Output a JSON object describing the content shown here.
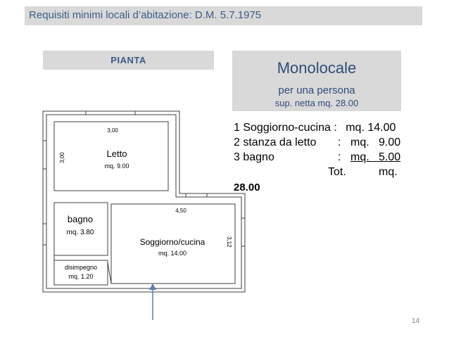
{
  "header": {
    "title": "Requisiti minimi locali d’abitazione: D.M. 5.7.1975"
  },
  "plan_label": "PIANTA",
  "summary": {
    "title": "Monolocale",
    "subtitle": "per una persona",
    "surface": "sup. netta mq. 28.00"
  },
  "rooms_list": [
    {
      "label": "1 Soggiorno-cucina :",
      "value": "mq. 14.00"
    },
    {
      "label": "2 stanza da letto",
      "colon": ":",
      "value": "mq.   9.00"
    },
    {
      "label": "3 bagno",
      "colon": ":",
      "value": "mq.   5.00"
    }
  ],
  "total": {
    "label": "Tot.",
    "unit": "mq.",
    "value": "28.00"
  },
  "plan": {
    "letto": {
      "name": "Letto",
      "area": "mq. 9.00",
      "dim_width": "3,00",
      "dim_height": "3,00"
    },
    "bagno": {
      "name": "bagno",
      "area": "mq. 3.80"
    },
    "soggiorno": {
      "name": "Soggiorno/cucina",
      "area": "mq. 14.00",
      "dim_width": "4,50",
      "dim_height": "3,12"
    },
    "disimpegno": {
      "name": "disimpegno",
      "area": "mq. 1.20"
    }
  },
  "page_number": "14",
  "colors": {
    "heading_blue": "#3b5b86",
    "box_gray": "#d9d9d9"
  }
}
